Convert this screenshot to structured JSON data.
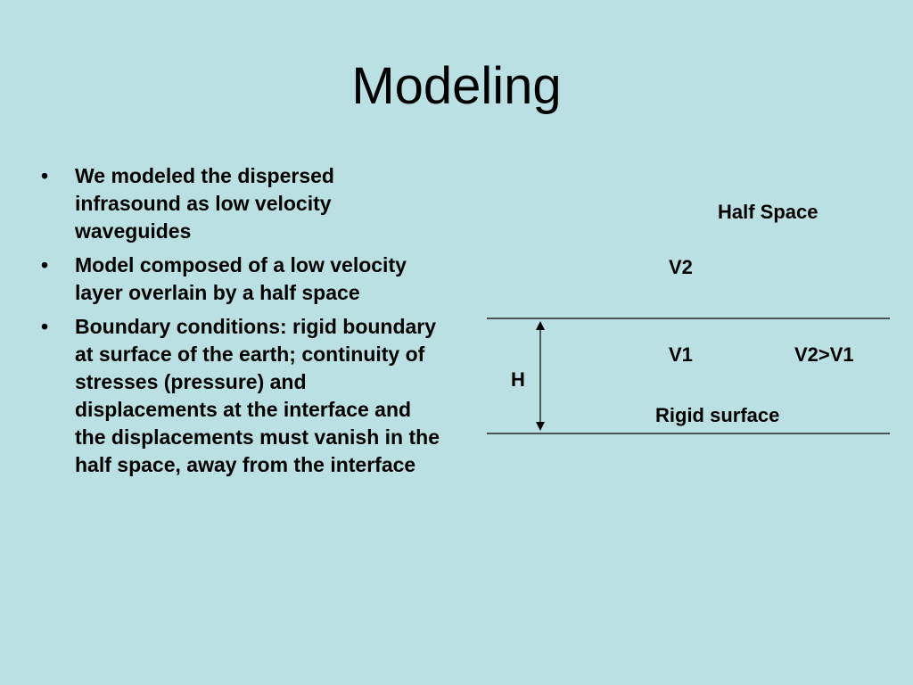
{
  "slide": {
    "title": "Modeling",
    "bullet_marker": "•",
    "bullets": [
      "We modeled the dispersed infrasound as low velocity waveguides",
      "Model composed of a low velocity layer overlain by a half space",
      "Boundary conditions: rigid boundary at surface of the earth; continuity of stresses (pressure) and displacements at the interface and the displacements must vanish in the half space, away from the interface"
    ]
  },
  "diagram": {
    "half_space_label": "Half Space",
    "upper_velocity": "V2",
    "layer_velocity": "V1",
    "velocity_relation": "V2>V1",
    "thickness_label": "H",
    "bottom_label": "Rigid surface",
    "line_color": "#000000"
  }
}
